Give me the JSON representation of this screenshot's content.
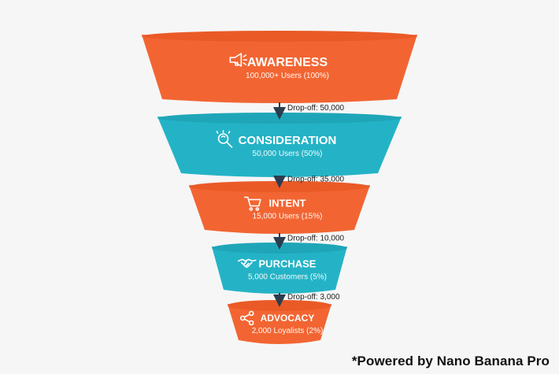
{
  "colors": {
    "background": "#f6f6f6",
    "orange": "#f26532",
    "orange_shade": "#ea5a27",
    "teal": "#24b3c6",
    "teal_shade": "#1ea6b8",
    "arrow": "#2b3d4f",
    "text_dark": "#1f1f1f"
  },
  "stages": [
    {
      "id": "awareness",
      "title": "AWARENESS",
      "metric": "100,000+ Users (100%)",
      "icon": "megaphone-icon",
      "color": "orange"
    },
    {
      "id": "consideration",
      "title": "CONSIDERATION",
      "metric": "50,000 Users (50%)",
      "icon": "magnifier-bulb-icon",
      "color": "teal"
    },
    {
      "id": "intent",
      "title": "INTENT",
      "metric": "15,000 Users (15%)",
      "icon": "shopping-cart-icon",
      "color": "orange"
    },
    {
      "id": "purchase",
      "title": "PURCHASE",
      "metric": "5,000 Customers (5%)",
      "icon": "handshake-icon",
      "color": "teal"
    },
    {
      "id": "advocacy",
      "title": "ADVOCACY",
      "metric": "2,000 Loyalists (2%)",
      "icon": "share-icon",
      "color": "orange"
    }
  ],
  "dropoffs": [
    "Drop-off: 50,000",
    "Drop-off: 35,000",
    "Drop-off: 10,000",
    "Drop-off: 3,000"
  ],
  "footer": {
    "text": "*Powered by Nano Banana Pro"
  }
}
